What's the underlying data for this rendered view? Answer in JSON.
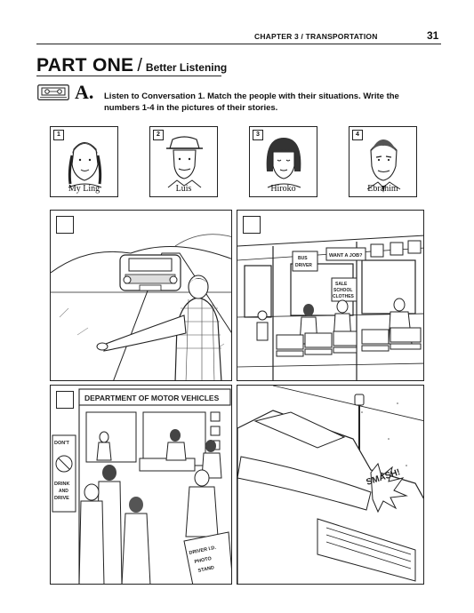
{
  "header": {
    "running_head": "CHAPTER 3 / TRANSPORTATION",
    "page_number": "31"
  },
  "section": {
    "part": "PART ONE",
    "subtitle": "Better Listening"
  },
  "exercise": {
    "letter": "A.",
    "icon": "cassette-tape-icon",
    "instruction_line1": "Listen to Conversation 1. Match the people with their situations. Write the",
    "instruction_line2": "numbers 1-4 in the pictures of their stories."
  },
  "people": [
    {
      "number": "1",
      "name": "My Ling"
    },
    {
      "number": "2",
      "name": "Luis"
    },
    {
      "number": "3",
      "name": "Hiroko"
    },
    {
      "number": "4",
      "name": "Ebrahim"
    }
  ],
  "panels": {
    "bus_station": {
      "sign_bus_driver_1": "BUS",
      "sign_bus_driver_2": "DRIVER",
      "sign_want_job": "WANT A JOB?",
      "sign_sale_1": "SALE",
      "sign_sale_2": "SCHOOL",
      "sign_sale_3": "CLOTHES"
    },
    "dmv": {
      "title": "DEPARTMENT OF MOTOR VEHICLES",
      "poster_1": "DON'T",
      "poster_2": "DRINK",
      "poster_3": "AND",
      "poster_4": "DRIVE",
      "stand_1": "DRIVER I.D.",
      "stand_2": "PHOTO",
      "stand_3": "STAND"
    },
    "crash": {
      "sound": "SMASH!"
    }
  }
}
